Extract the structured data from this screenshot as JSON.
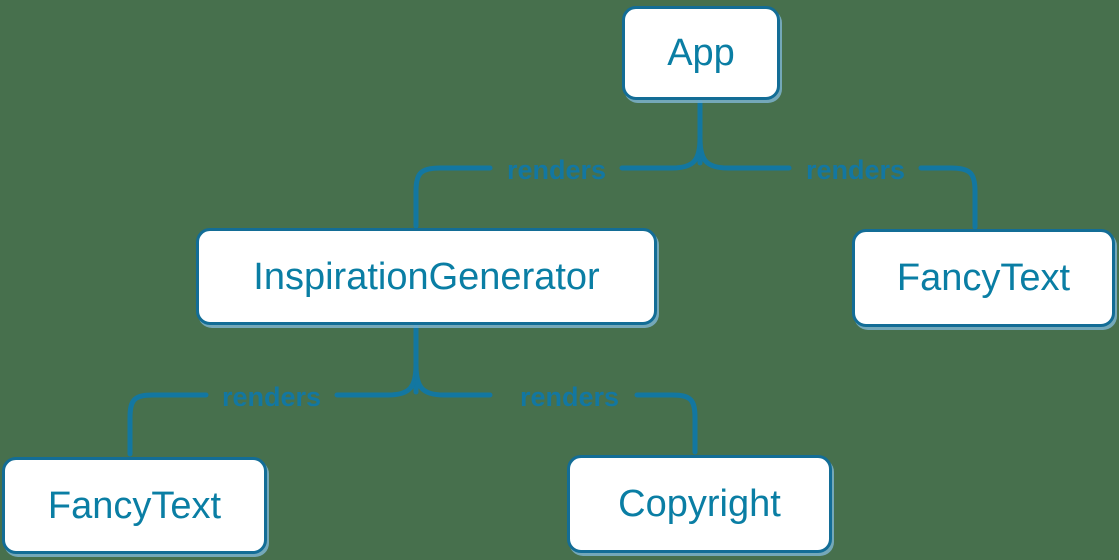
{
  "diagram": {
    "type": "component-render-tree",
    "background_color": "#47704d",
    "line_color": "#1377a1",
    "box_border_color": "#136d96",
    "box_fill_color": "#ffffff",
    "node_text_color": "#0a7ea4",
    "edge_label_color": "#1377a1",
    "nodes": {
      "app": {
        "label": "App"
      },
      "inspiration_generator": {
        "label": "InspirationGenerator"
      },
      "fancy_text_top": {
        "label": "FancyText"
      },
      "fancy_text_bottom": {
        "label": "FancyText"
      },
      "copyright": {
        "label": "Copyright"
      }
    },
    "edges": {
      "app_to_inspiration_generator": {
        "label": "renders"
      },
      "app_to_fancy_text": {
        "label": "renders"
      },
      "inspiration_generator_to_fancy_text": {
        "label": "renders"
      },
      "inspiration_generator_to_copyright": {
        "label": "renders"
      }
    }
  }
}
